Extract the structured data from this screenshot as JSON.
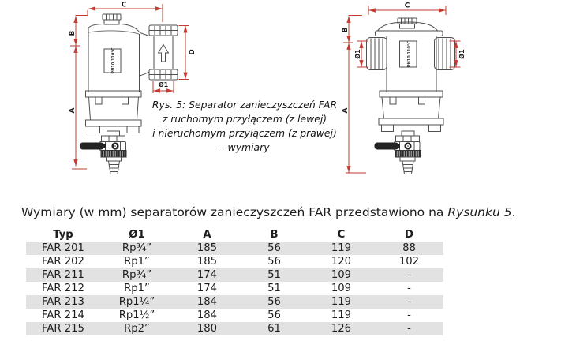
{
  "figure": {
    "caption_lines": [
      "Rys. 5: Separator zanieczyszczeń FAR",
      "z ruchomym przyłączem (z lewej)",
      "i nieruchomym przyłączem (z prawej)",
      "– wymiary"
    ],
    "left_drawing": {
      "plate_label": "PN10 110°C",
      "dim_a": "A",
      "dim_b": "B",
      "dim_c": "C",
      "dim_d": "D",
      "dim_diameter": "Ø1"
    },
    "right_drawing": {
      "plate_label": "PN10 110°C",
      "dim_a": "A",
      "dim_b": "B",
      "dim_c": "C",
      "dim_diameter_left": "Ø1",
      "dim_diameter_right": "Ø1"
    }
  },
  "paragraph": {
    "text_before_italic": "Wymiary (w mm) separatorów zanieczyszczeń FAR przedstawiono na ",
    "italic_text": "Rysunku 5",
    "text_after_italic": "."
  },
  "table": {
    "headers": [
      "Typ",
      "Ø1",
      "A",
      "B",
      "C",
      "D"
    ],
    "rows": [
      [
        "FAR 201",
        "Rp¾”",
        "185",
        "56",
        "119",
        "88"
      ],
      [
        "FAR 202",
        "Rp1”",
        "185",
        "56",
        "120",
        "102"
      ],
      [
        "FAR 211",
        "Rp¾”",
        "174",
        "51",
        "109",
        "-"
      ],
      [
        "FAR 212",
        "Rp1”",
        "174",
        "51",
        "109",
        "-"
      ],
      [
        "FAR 213",
        "Rp1¼”",
        "184",
        "56",
        "119",
        "-"
      ],
      [
        "FAR 214",
        "Rp1½”",
        "184",
        "56",
        "119",
        "-"
      ],
      [
        "FAR 215",
        "Rp2”",
        "180",
        "61",
        "126",
        "-"
      ]
    ]
  },
  "colors": {
    "dimension_red": "#c23b32",
    "drawing_stroke": "#4f4f4f",
    "row_stripe": "#e2e2e3"
  }
}
